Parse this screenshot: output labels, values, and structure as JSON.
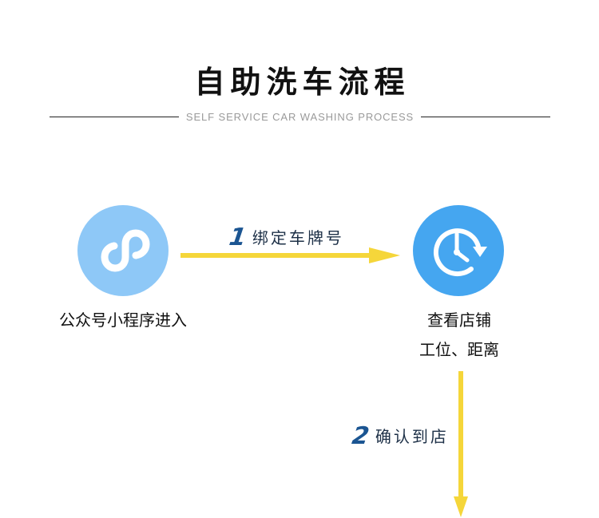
{
  "header": {
    "title": "自助洗车流程",
    "subtitle": "SELF SERVICE CAR WASHING PROCESS"
  },
  "colors": {
    "title_text": "#111111",
    "subtitle_text": "#9a9a9a",
    "rule_line": "#222222",
    "miniprogram_circle": "#8ec8f7",
    "clock_circle": "#45a6f0",
    "icon_glyph": "#ffffff",
    "arrow": "#f5d63a",
    "step_number": "#1b5592",
    "step_text": "#1d3047"
  },
  "nodes": [
    {
      "icon": "mini-program-icon",
      "label": "公众号小程序进入"
    },
    {
      "icon": "clock-refresh-icon",
      "label_line1": "查看店铺",
      "label_line2": "工位、距离"
    }
  ],
  "steps": [
    {
      "number": "1",
      "text": "绑定车牌号",
      "direction": "right"
    },
    {
      "number": "2",
      "text": "确认到店",
      "direction": "down"
    }
  ]
}
